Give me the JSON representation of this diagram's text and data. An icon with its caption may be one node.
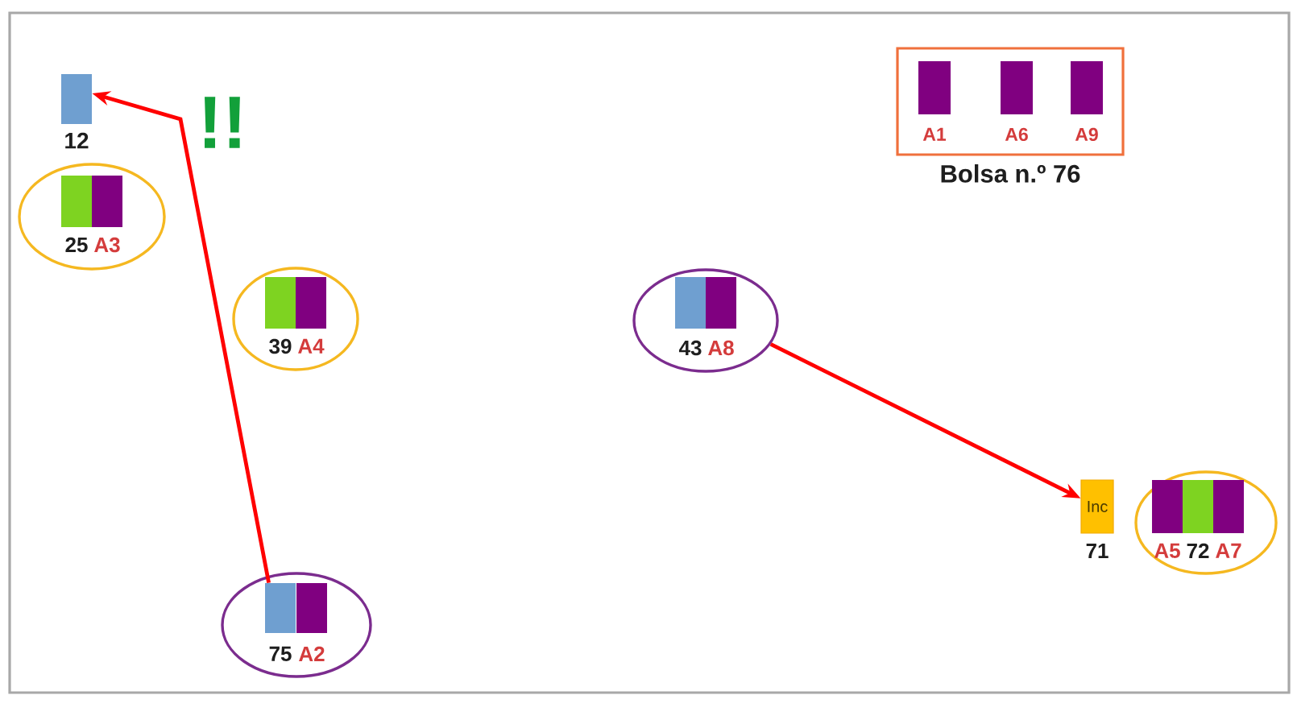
{
  "diagram": {
    "nodes": [
      {
        "text": [
          "12"
        ]
      },
      {
        "text": [
          "Bolsa n.º 76"
        ]
      },
      {
        "text": [
          "A1"
        ],
        "in": 1
      },
      {
        "text": [
          "A6"
        ],
        "in": 1
      },
      {
        "text": [
          "A9"
        ],
        "in": 1
      },
      {
        "text": [],
        "shape": "ellipse"
      },
      {
        "text": [
          "25"
        ],
        "in": 5
      },
      {
        "text": [
          "A3"
        ],
        "in": 5
      },
      {
        "text": [],
        "shape": "ellipse"
      },
      {
        "text": [
          "39"
        ],
        "in": 8
      },
      {
        "text": [
          "A4"
        ],
        "in": 8
      },
      {
        "text": [],
        "shape": "ellipse"
      },
      {
        "text": [
          "43"
        ],
        "in": 11
      },
      {
        "text": [
          "A8"
        ],
        "in": 11
      },
      {
        "text": [
          "Inc",
          "71"
        ]
      },
      {
        "text": [],
        "shape": "ellipse"
      },
      {
        "text": [
          "A5"
        ],
        "in": 15
      },
      {
        "text": [
          "72"
        ],
        "in": 15
      },
      {
        "text": [
          "A7"
        ],
        "in": 15
      },
      {
        "text": [],
        "shape": "ellipse"
      },
      {
        "text": [
          "75"
        ],
        "in": 19
      },
      {
        "text": [
          "A2"
        ],
        "in": 19
      }
    ],
    "edges": [
      {
        "from": 20,
        "to": 0,
        "arrow": "to"
      },
      {
        "from": 11,
        "to": 14,
        "arrow": "to"
      }
    ],
    "labels": [
      "!!"
    ]
  }
}
